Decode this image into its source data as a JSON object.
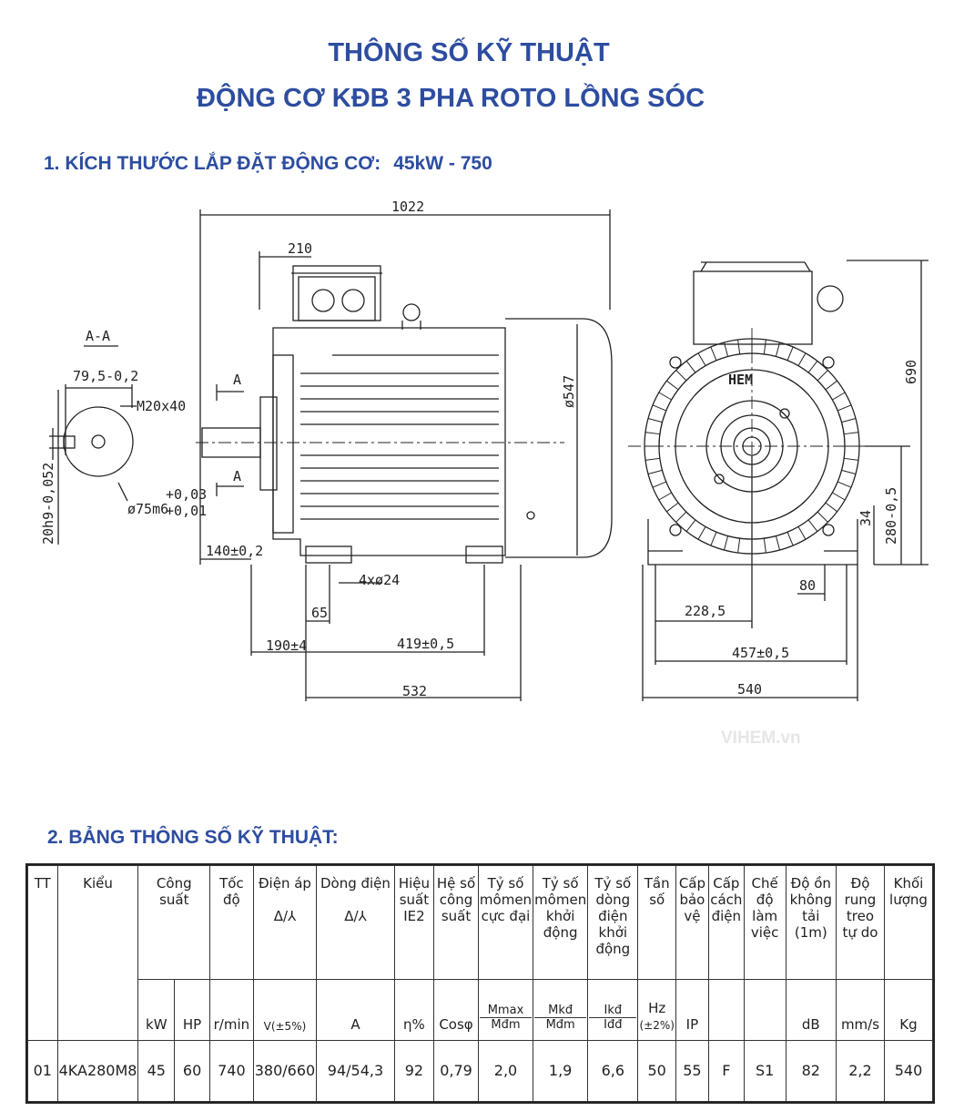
{
  "titles": {
    "line1": "THÔNG SỐ KỸ THUẬT",
    "line2": "ĐỘNG CƠ KĐB 3 PHA ROTO LỒNG SÓC"
  },
  "section1": {
    "label": "1. KÍCH THƯỚC LẮP ĐẶT ĐỘNG CƠ:",
    "model": "45kW - 750"
  },
  "section2": {
    "label": "2. BẢNG THÔNG SỐ KỸ THUẬT:"
  },
  "watermark": "VIHEM.vn",
  "drawing": {
    "section_label": "A-A",
    "section_mark": "A",
    "d_79_5": "79,5-0,2",
    "d_m20": "M20x40",
    "d_20h9": "20h9-0,052",
    "d_75m6": "ø75m6",
    "d_75m6_tol_top": "+0,03",
    "d_75m6_tol_bot": "+0,01",
    "d_1022": "1022",
    "d_210": "210",
    "d_547": "ø547",
    "d_140": "140±0,2",
    "d_4x24": "4xø24",
    "d_65": "65",
    "d_190": "190±4",
    "d_419": "419±0,5",
    "d_532": "532",
    "d_690": "690",
    "d_280": "280-0,5",
    "d_34": "34",
    "d_80": "80",
    "d_228": "228,5",
    "d_457": "457±0,5",
    "d_540": "540",
    "brand": "HEM"
  },
  "table": {
    "headers": [
      "TT",
      "Kiểu",
      "Công suất",
      "Tốc độ",
      "Điện áp",
      "Dòng điện",
      "Hiệu suất IE2",
      "Hệ số công suất",
      "Tỷ số mômen cực đại",
      "Tỷ số mômen khởi động",
      "Tỷ số dòng điện khởi động",
      "Tần số",
      "Cấp bảo vệ",
      "Cấp cách điện",
      "Chế độ làm việc",
      "Độ ồn không tải (1m)",
      "Độ rung treo tự do",
      "Khối lượng"
    ],
    "delta_y": "Δ/⅄",
    "units": {
      "kw": "kW",
      "hp": "HP",
      "speed": "r/min",
      "voltage": "V(±5%)",
      "current": "A",
      "eff": "η%",
      "pf": "Cosφ",
      "tmax_num": "Mmax",
      "tmax_den": "Mđm",
      "tkd_num": "Mkđ",
      "tkd_den": "Mđm",
      "ikd_num": "Ikđ",
      "ikd_den": "Iđđ",
      "freq": "Hz",
      "freq_tol": "(±2%)",
      "ip": "IP",
      "noise": "dB",
      "vib": "mm/s",
      "mass": "Kg"
    },
    "row": {
      "tt": "01",
      "model": "4KA280M8",
      "kw": "45",
      "hp": "60",
      "speed": "740",
      "voltage": "380/660",
      "current": "94/54,3",
      "eff": "92",
      "pf": "0,79",
      "tmax": "2,0",
      "tkd": "1,9",
      "ikd": "6,6",
      "freq": "50",
      "ip": "55",
      "ins": "F",
      "duty": "S1",
      "noise": "82",
      "vib": "2,2",
      "mass": "540"
    }
  }
}
